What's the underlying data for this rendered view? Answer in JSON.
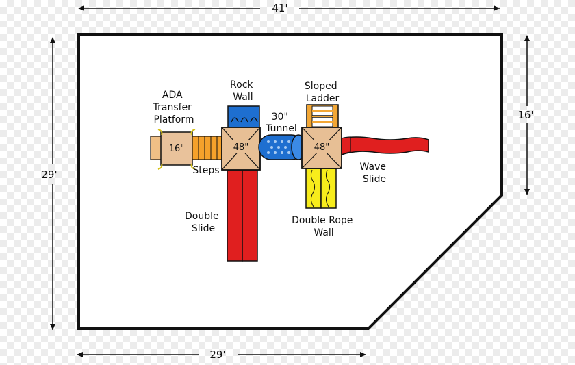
{
  "dimensions": {
    "top_width": "41'",
    "bottom_width": "29'",
    "left_height": "29'",
    "right_height": "16'"
  },
  "components": {
    "ada_platform": {
      "label_lines": [
        "ADA",
        "Transfer",
        "Platform"
      ],
      "height": "16\""
    },
    "steps": {
      "label": "Steps"
    },
    "deck_left": {
      "height": "48\""
    },
    "deck_right": {
      "height": "48\""
    },
    "rock_wall": {
      "label_lines": [
        "Rock",
        "Wall"
      ]
    },
    "tunnel": {
      "label_lines": [
        "30\"",
        "Tunnel"
      ]
    },
    "sloped_ladder": {
      "label_lines": [
        "Sloped",
        "Ladder"
      ]
    },
    "wave_slide": {
      "label_lines": [
        "Wave",
        "Slide"
      ]
    },
    "double_slide": {
      "label_lines": [
        "Double",
        "Slide"
      ]
    },
    "double_rope_wall": {
      "label_lines": [
        "Double Rope",
        "Wall"
      ]
    }
  },
  "colors": {
    "outline": "#111111",
    "deck": "#e7bf95",
    "platform": "#efbf86",
    "steps": "#f5a12b",
    "blue": "#1e6fd0",
    "red": "#e01f1f",
    "yellow": "#f7ec1c",
    "ladder": "#f3a735"
  }
}
